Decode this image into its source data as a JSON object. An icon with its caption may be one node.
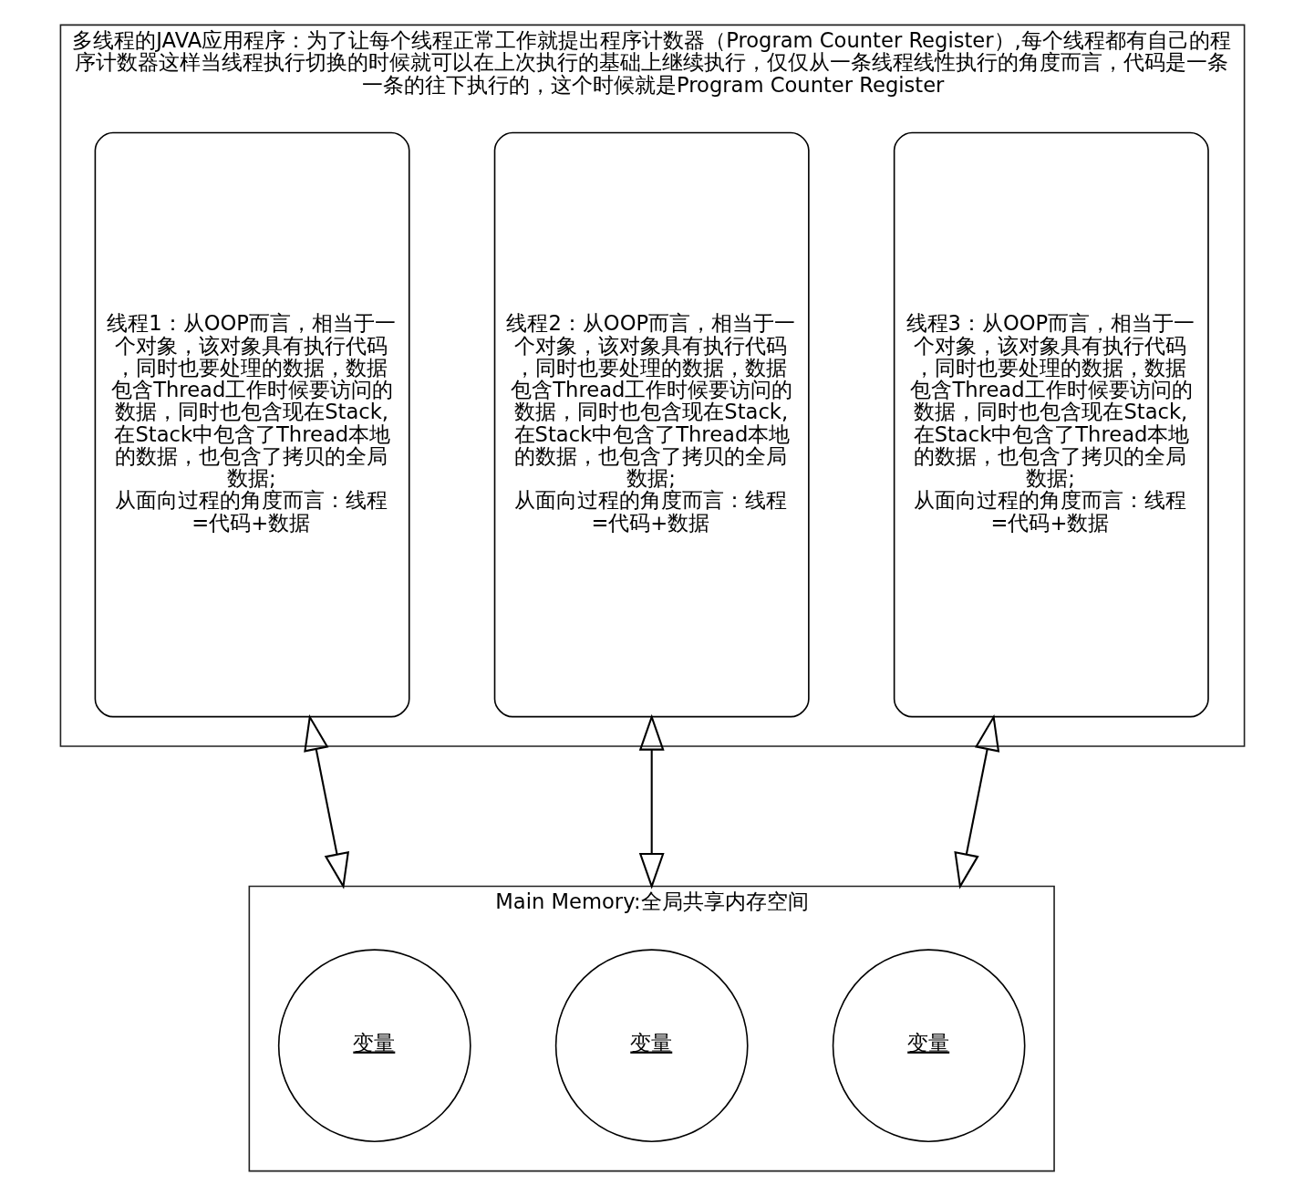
{
  "diagram": {
    "nodes": [
      {
        "text": [
          "多线程的JAVA应用程序：为了让每个线程正常工作就提出程序计数器（Program Counter Register）,每个线程都有自己的程序计数器这样当线程执行切换的时候就可以在上次执行的基础上继续执行，仅仅从一条线程线性执行的角度而言，代码是一条一条的往下执行的，这个时候就是Program Counter Register"
        ]
      },
      {
        "text": [
          "线程1：从OOP而言，相当于一个对象，该对象具有执行代码，同时也要处理的数据，数据包含Thread工作时候要访问的数据，同时也包含现在Stack,在Stack中包含了Thread本地的数据，也包含了拷贝的全局数据;",
          "从面向过程的角度而言：线程=代码+数据"
        ],
        "in": 0
      },
      {
        "text": [
          "线程2：从OOP而言，相当于一个对象，该对象具有执行代码，同时也要处理的数据，数据包含Thread工作时候要访问的数据，同时也包含现在Stack,在Stack中包含了Thread本地的数据，也包含了拷贝的全局数据;",
          "从面向过程的角度而言：线程=代码+数据"
        ],
        "in": 0
      },
      {
        "text": [
          "线程3：从OOP而言，相当于一个对象，该对象具有执行代码，同时也要处理的数据，数据包含Thread工作时候要访问的数据，同时也包含现在Stack,在Stack中包含了Thread本地的数据，也包含了拷贝的全局数据;",
          "从面向过程的角度而言：线程=代码+数据"
        ],
        "in": 0
      },
      {
        "text": [
          "Main Memory:全局共享内存空间"
        ]
      },
      {
        "text": [
          "变量"
        ],
        "in": 4
      },
      {
        "text": [
          "变量"
        ],
        "in": 4
      },
      {
        "text": [
          "变量"
        ],
        "in": 4
      }
    ],
    "edges": [
      {
        "from": 1,
        "to": 4,
        "arrow": "both"
      },
      {
        "from": 2,
        "to": 4,
        "arrow": "both"
      },
      {
        "from": 3,
        "to": 4,
        "arrow": "both"
      }
    ]
  }
}
